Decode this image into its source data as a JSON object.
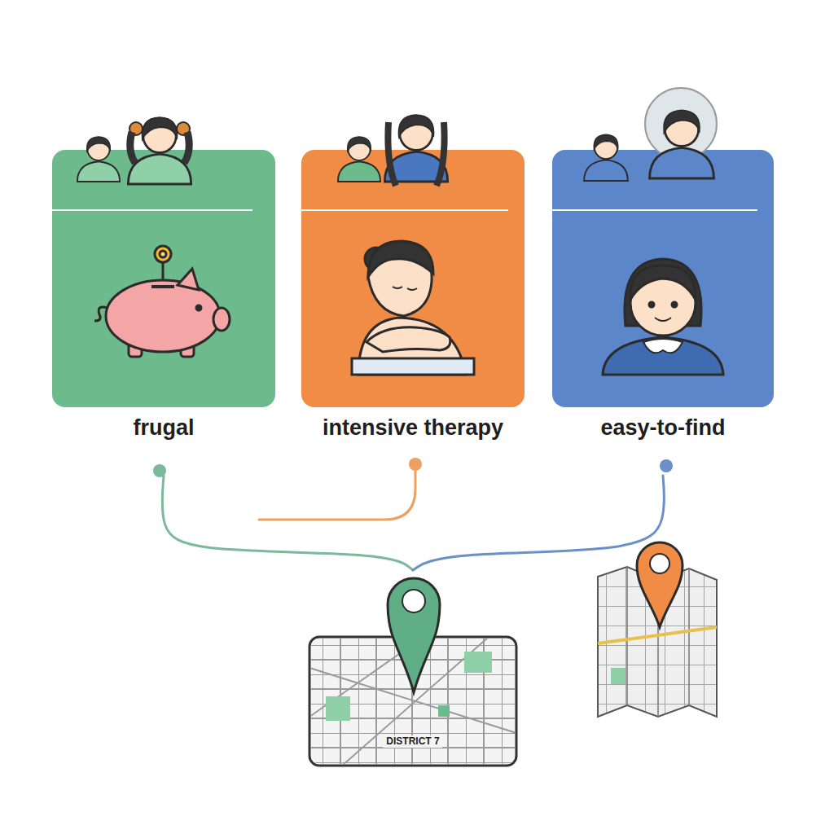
{
  "diagram": {
    "nodes": [
      {
        "text": [
          "frugal"
        ]
      },
      {
        "text": [
          "intensive therapy"
        ]
      },
      {
        "text": [
          "easy-to-find"
        ]
      },
      {
        "text": [
          "DISTRICT 7"
        ]
      }
    ],
    "edges": [
      {
        "from": 0,
        "to": 3,
        "arrow": "none"
      },
      {
        "from": 2,
        "to": 3,
        "arrow": "none"
      }
    ]
  }
}
